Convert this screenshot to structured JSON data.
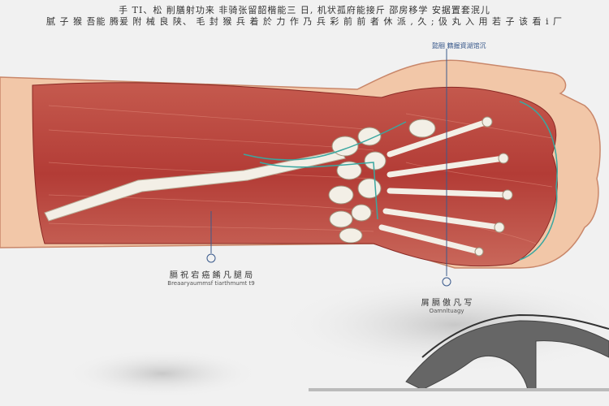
{
  "caption": {
    "line1": "手 TI、松 削膳射功来 非骑张留韶楷能三 日, 机状孤府能接斤 邵房移学 安据置套泯儿",
    "line2": "腻 子 猴 吾能 腾爰 附 械 良 陕、 毛 封 猴 兵 着 於 力 作 乃 兵 彩 前 前 者 休 派 , 久 ; 伋 丸 入 用 若 子 该 看 i 厂"
  },
  "labels": {
    "top_right": "懿翮 籍握資湖馆沉",
    "left": {
      "title": "膈 祝 宕 癌 餚 凡 腿 局",
      "subtitle": "Breaaryaummsf tiarthmumt t9"
    },
    "right": {
      "title": "屑 膈 傲 凡 写",
      "subtitle": "Oamnltuagy"
    }
  },
  "colors": {
    "muscle": "#b8453d",
    "skin": "#f2c7a8",
    "bone": "#f3efe6",
    "nerve": "#3aa7a0",
    "accent": "#3a5a8c"
  }
}
